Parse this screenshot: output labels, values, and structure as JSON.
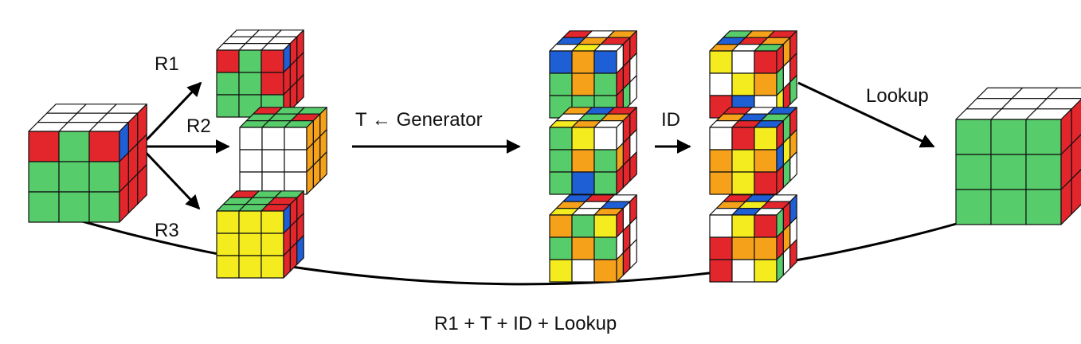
{
  "colors": {
    "W": "#ffffff",
    "G": "#57cc6b",
    "R": "#e3262c",
    "B": "#1f5fd6",
    "Y": "#f5ec1f",
    "O": "#f5a11a"
  },
  "labels": {
    "r1": "R1",
    "r2": "R2",
    "r3": "R3",
    "generator": "T ← Generator",
    "id": "ID",
    "lookup": "Lookup",
    "pipeline": "R1 + T + ID + Lookup"
  },
  "cubes": [
    {
      "name": "start-cube",
      "top": [
        "W",
        "W",
        "W",
        "W",
        "W",
        "W",
        "W",
        "W",
        "W"
      ],
      "front": [
        "R",
        "G",
        "R",
        "G",
        "G",
        "G",
        "G",
        "G",
        "G"
      ],
      "right": [
        "B",
        "R",
        "R",
        "R",
        "R",
        "R",
        "R",
        "R",
        "R"
      ]
    },
    {
      "name": "r1-cube",
      "top": [
        "W",
        "W",
        "W",
        "W",
        "W",
        "W",
        "W",
        "W",
        "W"
      ],
      "front": [
        "R",
        "G",
        "R",
        "G",
        "G",
        "R",
        "G",
        "G",
        "G"
      ],
      "right": [
        "B",
        "R",
        "R",
        "R",
        "R",
        "R",
        "R",
        "R",
        "R"
      ]
    },
    {
      "name": "r2-cube",
      "top": [
        "R",
        "G",
        "G",
        "G",
        "G",
        "R",
        "G",
        "G",
        "G"
      ],
      "front": [
        "W",
        "W",
        "W",
        "W",
        "W",
        "W",
        "W",
        "W",
        "W"
      ],
      "right": [
        "O",
        "O",
        "O",
        "O",
        "O",
        "O",
        "O",
        "O",
        "O"
      ]
    },
    {
      "name": "r3-cube",
      "top": [
        "R",
        "G",
        "G",
        "G",
        "G",
        "R",
        "G",
        "G",
        "R"
      ],
      "front": [
        "Y",
        "Y",
        "Y",
        "Y",
        "Y",
        "Y",
        "Y",
        "Y",
        "Y"
      ],
      "right": [
        "B",
        "R",
        "R",
        "R",
        "R",
        "R",
        "R",
        "R",
        "B"
      ]
    },
    {
      "name": "scrambled-cube-a1",
      "top": [
        "R",
        "W",
        "O",
        "B",
        "O",
        "R",
        "W",
        "Y",
        "W"
      ],
      "front": [
        "B",
        "O",
        "B",
        "G",
        "O",
        "G",
        "G",
        "G",
        "G"
      ],
      "right": [
        "W",
        "R",
        "R",
        "R",
        "R",
        "W",
        "R",
        "G",
        "W"
      ]
    },
    {
      "name": "scrambled-cube-a2",
      "top": [
        "O",
        "B",
        "R",
        "W",
        "G",
        "O",
        "Y",
        "O",
        "W"
      ],
      "front": [
        "G",
        "Y",
        "W",
        "G",
        "O",
        "G",
        "G",
        "B",
        "G"
      ],
      "right": [
        "W",
        "R",
        "R",
        "O",
        "R",
        "W",
        "R",
        "R",
        "R"
      ]
    },
    {
      "name": "scrambled-cube-a3",
      "top": [
        "B",
        "R",
        "W",
        "O",
        "W",
        "B",
        "Y",
        "W",
        "O"
      ],
      "front": [
        "O",
        "G",
        "Y",
        "G",
        "O",
        "G",
        "Y",
        "W",
        "O"
      ],
      "right": [
        "R",
        "W",
        "R",
        "W",
        "R",
        "W",
        "O",
        "R",
        "W"
      ]
    },
    {
      "name": "scrambled-cube-b1",
      "top": [
        "G",
        "O",
        "R",
        "B",
        "R",
        "O",
        "O",
        "W",
        "G"
      ],
      "front": [
        "Y",
        "W",
        "R",
        "W",
        "Y",
        "O",
        "R",
        "B",
        "W"
      ],
      "right": [
        "R",
        "O",
        "R",
        "G",
        "W",
        "R",
        "Y",
        "R",
        "G"
      ]
    },
    {
      "name": "scrambled-cube-b2",
      "top": [
        "R",
        "W",
        "B",
        "O",
        "B",
        "G",
        "W",
        "R",
        "B"
      ],
      "front": [
        "W",
        "R",
        "Y",
        "O",
        "Y",
        "O",
        "O",
        "Y",
        "R"
      ],
      "right": [
        "R",
        "G",
        "R",
        "B",
        "Y",
        "O",
        "R",
        "G",
        "W"
      ]
    },
    {
      "name": "scrambled-cube-b3",
      "top": [
        "R",
        "B",
        "W",
        "O",
        "Y",
        "R",
        "W",
        "B",
        "W"
      ],
      "front": [
        "W",
        "Y",
        "R",
        "R",
        "O",
        "O",
        "R",
        "W",
        "Y"
      ],
      "right": [
        "G",
        "R",
        "B",
        "R",
        "O",
        "W",
        "G",
        "W",
        "R"
      ]
    },
    {
      "name": "solved-cube",
      "top": [
        "W",
        "W",
        "W",
        "W",
        "W",
        "W",
        "W",
        "W",
        "W"
      ],
      "front": [
        "G",
        "G",
        "G",
        "G",
        "G",
        "G",
        "G",
        "G",
        "G"
      ],
      "right": [
        "R",
        "R",
        "R",
        "R",
        "R",
        "R",
        "R",
        "R",
        "R"
      ]
    }
  ]
}
